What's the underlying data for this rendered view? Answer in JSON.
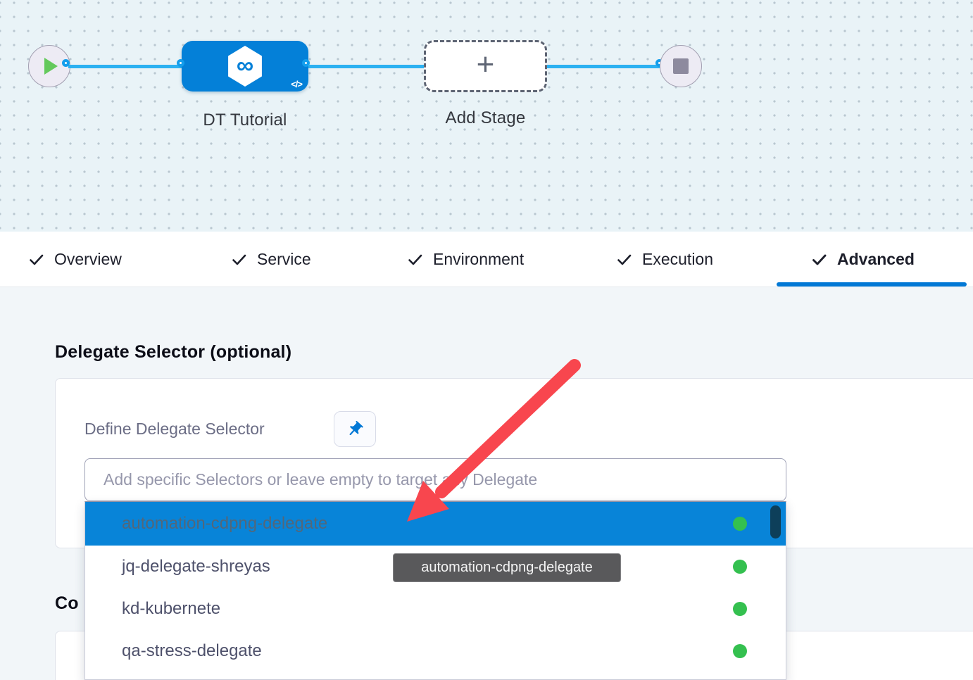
{
  "pipeline_canvas": {
    "stage_name": "DT Tutorial",
    "add_stage_label": "Add Stage",
    "plus_glyph": "+",
    "infinity_glyph": "∞",
    "code_glyph": "</>"
  },
  "tabs": [
    {
      "label": "Overview",
      "checked": true,
      "active": false
    },
    {
      "label": "Service",
      "checked": true,
      "active": false
    },
    {
      "label": "Environment",
      "checked": true,
      "active": false
    },
    {
      "label": "Execution",
      "checked": true,
      "active": false
    },
    {
      "label": "Advanced",
      "checked": true,
      "active": true
    }
  ],
  "advanced_tab": {
    "delegate_section_title": "Delegate Selector (optional)",
    "define_delegate_label": "Define Delegate Selector",
    "selector_placeholder": "Add specific Selectors or leave empty to target any Delegate",
    "delegate_options": [
      {
        "name": "automation-cdpng-delegate",
        "selected": true,
        "status": "connected"
      },
      {
        "name": "jq-delegate-shreyas",
        "selected": false,
        "status": "connected"
      },
      {
        "name": "kd-kubernete",
        "selected": false,
        "status": "connected"
      },
      {
        "name": "qa-stress-delegate",
        "selected": false,
        "status": "connected"
      }
    ],
    "tooltip_text": "automation-cdpng-delegate",
    "partial_heading": "Co"
  },
  "colors": {
    "primary_blue": "#0278d5",
    "stage_node_blue": "#0480d8",
    "connector_blue": "#2cb1f1",
    "selected_row_blue": "#0884d8",
    "status_green": "#34c04f",
    "arrow_red": "#f8464e",
    "canvas_bg": "#e9f3f7",
    "content_bg": "#f2f6f9",
    "tooltip_bg": "#59595b"
  }
}
